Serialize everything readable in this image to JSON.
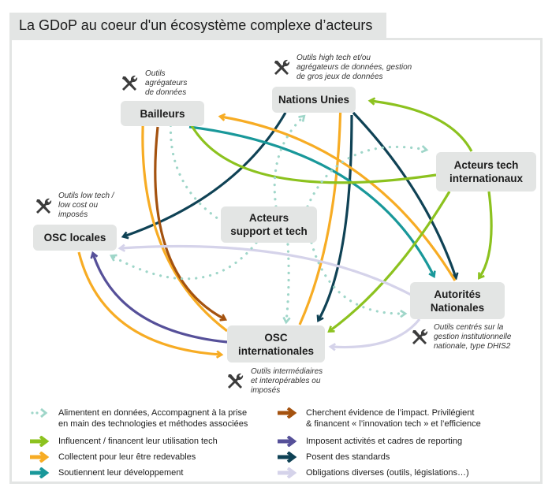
{
  "title": "La GDoP au coeur d'un écosystème complexe d’acteurs",
  "nodes": {
    "bailleurs": "Bailleurs",
    "nations_unies": "Nations Unies",
    "acteurs_tech_1": "Acteurs tech",
    "acteurs_tech_2": "internationaux",
    "support_1": "Acteurs",
    "support_2": "support et tech",
    "osc_locales": "OSC locales",
    "autorites_1": "Autorités",
    "autorites_2": "Nationales",
    "osc_int_1": "OSC",
    "osc_int_2": "internationales"
  },
  "notes": {
    "bailleurs": [
      "Outils",
      "agrégateurs",
      "de données"
    ],
    "nations_unies": [
      "Outils high tech et/ou",
      "agrégateurs de données, gestion",
      "de gros jeux de données"
    ],
    "osc_locales": [
      "Outils low tech /",
      "low cost ou",
      "imposés"
    ],
    "autorites": [
      "Outils centrés sur la",
      "gestion institutionnelle",
      "nationale, type DHIS2"
    ],
    "osc_int": [
      "Outils intermédiaires",
      "et interopérables ou",
      "imposés"
    ]
  },
  "colors": {
    "dotted": "#9fd6c9",
    "green": "#8cc21f",
    "orange": "#f7ac24",
    "teal": "#19989a",
    "brown": "#a4520f",
    "purple": "#565099",
    "navy": "#0f4255",
    "lavender": "#d5d3ea"
  },
  "legend": [
    {
      "type": "dotted",
      "lines": [
        "Alimentent en données, Accompagnent à la prise",
        "en main des technologies et méthodes associées"
      ]
    },
    {
      "type": "green",
      "lines": [
        "Influencent / financent leur utilisation tech"
      ]
    },
    {
      "type": "orange",
      "lines": [
        "Collectent pour leur être redevables"
      ]
    },
    {
      "type": "teal",
      "lines": [
        "Soutiennent leur développement"
      ]
    },
    {
      "type": "brown",
      "lines": [
        "Cherchent évidence de l’impact. Privilégient",
        "& financent « l’innovation tech » et l’efficience"
      ]
    },
    {
      "type": "purple",
      "lines": [
        "Imposent activités et cadres de reporting"
      ]
    },
    {
      "type": "navy",
      "lines": [
        "Posent des standards"
      ]
    },
    {
      "type": "lavender",
      "lines": [
        "Obligations diverses (outils, législations…)"
      ]
    }
  ],
  "edges": [
    {
      "from": "nations_unies",
      "to": "osc_locales",
      "type": "navy"
    },
    {
      "from": "nations_unies",
      "to": "autorites",
      "type": "navy"
    },
    {
      "from": "nations_unies",
      "to": "osc_int",
      "type": "navy"
    },
    {
      "from": "autorites",
      "to": "bailleurs",
      "type": "orange"
    },
    {
      "from": "osc_int",
      "to": "nations_unies",
      "type": "orange"
    },
    {
      "from": "osc_int",
      "to": "bailleurs",
      "type": "orange"
    },
    {
      "from": "osc_locales",
      "to": "osc_int",
      "type": "orange"
    },
    {
      "from": "bailleurs",
      "to": "autorites",
      "type": "teal"
    },
    {
      "from": "bailleurs",
      "to": "osc_int",
      "type": "brown"
    },
    {
      "from": "osc_int",
      "to": "osc_locales",
      "type": "purple"
    },
    {
      "from": "acteurs_tech",
      "to": "bailleurs",
      "type": "green"
    },
    {
      "from": "acteurs_tech",
      "to": "nations_unies",
      "type": "green"
    },
    {
      "from": "acteurs_tech",
      "to": "osc_int",
      "type": "green"
    },
    {
      "from": "acteurs_tech",
      "to": "autorites",
      "type": "green"
    },
    {
      "from": "autorites",
      "to": "osc_locales",
      "type": "lavender"
    },
    {
      "from": "autorites",
      "to": "osc_int",
      "type": "lavender"
    },
    {
      "from": "support",
      "to": "bailleurs",
      "type": "dotted"
    },
    {
      "from": "support",
      "to": "nations_unies",
      "type": "dotted"
    },
    {
      "from": "support",
      "to": "acteurs_tech",
      "type": "dotted"
    },
    {
      "from": "support",
      "to": "osc_locales",
      "type": "dotted"
    },
    {
      "from": "support",
      "to": "osc_int",
      "type": "dotted"
    },
    {
      "from": "support",
      "to": "autorites",
      "type": "dotted"
    }
  ]
}
